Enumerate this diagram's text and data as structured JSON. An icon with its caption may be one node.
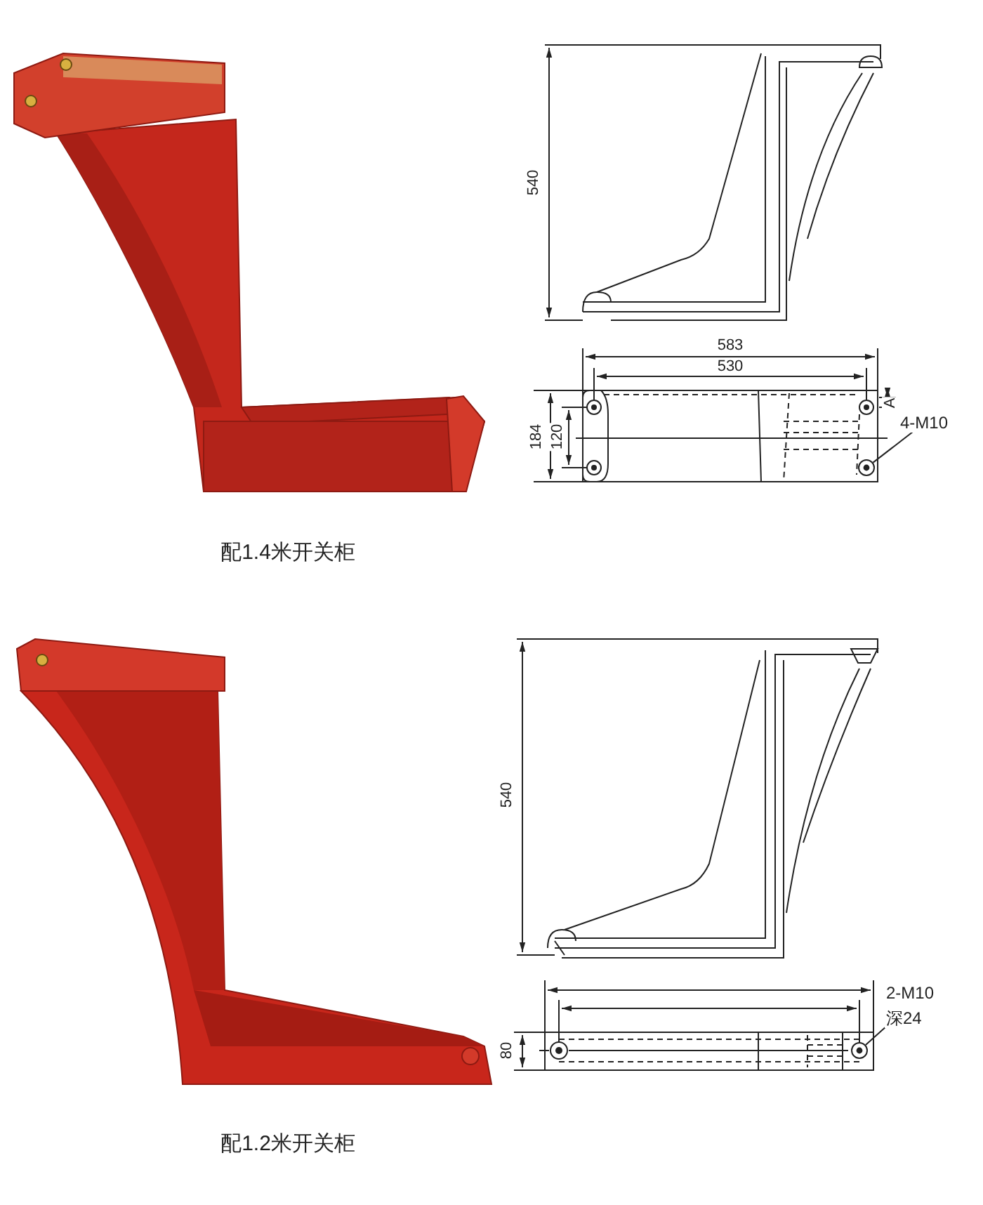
{
  "diagram": {
    "nodes": [
      {
        "text": [
          "4-M10"
        ]
      },
      {
        "text": [],
        "shape": "circle"
      },
      {
        "text": [
          "2-M10",
          "深24"
        ]
      },
      {
        "text": [],
        "shape": "circle"
      }
    ],
    "edges": [
      {
        "from": 0,
        "to": 1,
        "arrow": "none"
      },
      {
        "from": 2,
        "to": 3,
        "arrow": "none"
      }
    ],
    "labels": [
      "540",
      "583",
      "530",
      "184",
      "120",
      "A",
      "配1.4米开关柜",
      "540",
      "80",
      "配1.2米开关柜"
    ]
  }
}
